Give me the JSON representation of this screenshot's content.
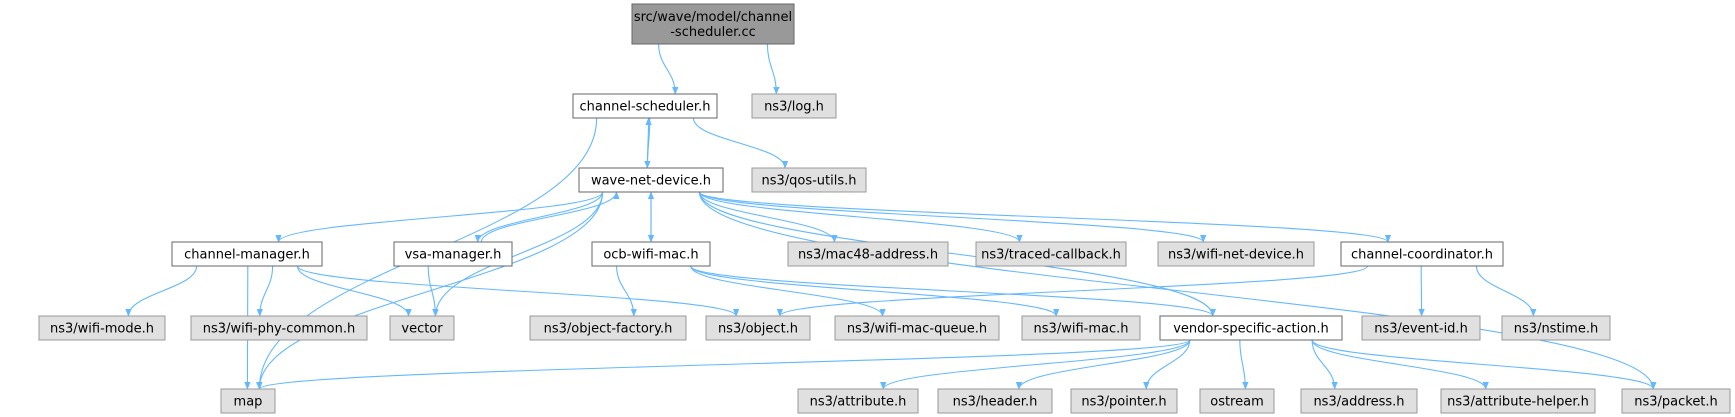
{
  "colors": {
    "root_fill": "#999999",
    "root_stroke": "#666666",
    "local_fill": "#ffffff",
    "local_stroke": "#666666",
    "external_fill": "#e0e0e0",
    "external_stroke": "#999999",
    "edge": "#63b8ff"
  },
  "nodes": [
    {
      "id": "root",
      "lines": [
        "src/wave/model/channel",
        "-scheduler.cc"
      ],
      "kind": "root"
    },
    {
      "id": "channel_scheduler",
      "lines": [
        "channel-scheduler.h"
      ],
      "kind": "local"
    },
    {
      "id": "log",
      "lines": [
        "ns3/log.h"
      ],
      "kind": "external"
    },
    {
      "id": "wave_net_device",
      "lines": [
        "wave-net-device.h"
      ],
      "kind": "local"
    },
    {
      "id": "qos_utils",
      "lines": [
        "ns3/qos-utils.h"
      ],
      "kind": "external"
    },
    {
      "id": "channel_manager",
      "lines": [
        "channel-manager.h"
      ],
      "kind": "local"
    },
    {
      "id": "vsa_manager",
      "lines": [
        "vsa-manager.h"
      ],
      "kind": "local"
    },
    {
      "id": "ocb_wifi_mac",
      "lines": [
        "ocb-wifi-mac.h"
      ],
      "kind": "local"
    },
    {
      "id": "mac48",
      "lines": [
        "ns3/mac48-address.h"
      ],
      "kind": "external"
    },
    {
      "id": "traced_cb",
      "lines": [
        "ns3/traced-callback.h"
      ],
      "kind": "external"
    },
    {
      "id": "wifi_net_device",
      "lines": [
        "ns3/wifi-net-device.h"
      ],
      "kind": "external"
    },
    {
      "id": "channel_coord",
      "lines": [
        "channel-coordinator.h"
      ],
      "kind": "local"
    },
    {
      "id": "wifi_mode",
      "lines": [
        "ns3/wifi-mode.h"
      ],
      "kind": "external"
    },
    {
      "id": "wifi_phy_common",
      "lines": [
        "ns3/wifi-phy-common.h"
      ],
      "kind": "external"
    },
    {
      "id": "vector",
      "lines": [
        "vector"
      ],
      "kind": "external"
    },
    {
      "id": "object_factory",
      "lines": [
        "ns3/object-factory.h"
      ],
      "kind": "external"
    },
    {
      "id": "object",
      "lines": [
        "ns3/object.h"
      ],
      "kind": "external"
    },
    {
      "id": "wifi_mac_queue",
      "lines": [
        "ns3/wifi-mac-queue.h"
      ],
      "kind": "external"
    },
    {
      "id": "wifi_mac",
      "lines": [
        "ns3/wifi-mac.h"
      ],
      "kind": "external"
    },
    {
      "id": "vendor_specific",
      "lines": [
        "vendor-specific-action.h"
      ],
      "kind": "local"
    },
    {
      "id": "event_id",
      "lines": [
        "ns3/event-id.h"
      ],
      "kind": "external"
    },
    {
      "id": "nstime",
      "lines": [
        "ns3/nstime.h"
      ],
      "kind": "external"
    },
    {
      "id": "map",
      "lines": [
        "map"
      ],
      "kind": "external"
    },
    {
      "id": "attribute",
      "lines": [
        "ns3/attribute.h"
      ],
      "kind": "external"
    },
    {
      "id": "header",
      "lines": [
        "ns3/header.h"
      ],
      "kind": "external"
    },
    {
      "id": "pointer",
      "lines": [
        "ns3/pointer.h"
      ],
      "kind": "external"
    },
    {
      "id": "ostream",
      "lines": [
        "ostream"
      ],
      "kind": "external"
    },
    {
      "id": "address",
      "lines": [
        "ns3/address.h"
      ],
      "kind": "external"
    },
    {
      "id": "attribute_helper",
      "lines": [
        "ns3/attribute-helper.h"
      ],
      "kind": "external"
    },
    {
      "id": "packet",
      "lines": [
        "ns3/packet.h"
      ],
      "kind": "external"
    }
  ],
  "edges": [
    {
      "from": "root",
      "to": "channel_scheduler"
    },
    {
      "from": "root",
      "to": "log"
    },
    {
      "from": "channel_scheduler",
      "to": "wave_net_device"
    },
    {
      "from": "channel_scheduler",
      "to": "qos_utils"
    },
    {
      "from": "channel_scheduler",
      "to": "map"
    },
    {
      "from": "wave_net_device",
      "to": "channel_scheduler"
    },
    {
      "from": "wave_net_device",
      "to": "channel_manager"
    },
    {
      "from": "wave_net_device",
      "to": "vsa_manager"
    },
    {
      "from": "wave_net_device",
      "to": "ocb_wifi_mac"
    },
    {
      "from": "wave_net_device",
      "to": "mac48"
    },
    {
      "from": "wave_net_device",
      "to": "traced_cb"
    },
    {
      "from": "wave_net_device",
      "to": "wifi_net_device"
    },
    {
      "from": "wave_net_device",
      "to": "channel_coord"
    },
    {
      "from": "wave_net_device",
      "to": "vector"
    },
    {
      "from": "wave_net_device",
      "to": "map"
    },
    {
      "from": "wave_net_device",
      "to": "packet"
    },
    {
      "from": "wave_net_device",
      "to": "vendor_specific"
    },
    {
      "from": "vsa_manager",
      "to": "wave_net_device"
    },
    {
      "from": "vsa_manager",
      "to": "vector"
    },
    {
      "from": "ocb_wifi_mac",
      "to": "wave_net_device"
    },
    {
      "from": "ocb_wifi_mac",
      "to": "object_factory"
    },
    {
      "from": "ocb_wifi_mac",
      "to": "wifi_mac_queue"
    },
    {
      "from": "ocb_wifi_mac",
      "to": "wifi_mac"
    },
    {
      "from": "ocb_wifi_mac",
      "to": "vendor_specific"
    },
    {
      "from": "channel_manager",
      "to": "wifi_mode"
    },
    {
      "from": "channel_manager",
      "to": "wifi_phy_common"
    },
    {
      "from": "channel_manager",
      "to": "vector"
    },
    {
      "from": "channel_manager",
      "to": "map"
    },
    {
      "from": "channel_manager",
      "to": "object"
    },
    {
      "from": "channel_coord",
      "to": "object"
    },
    {
      "from": "channel_coord",
      "to": "event_id"
    },
    {
      "from": "channel_coord",
      "to": "nstime"
    },
    {
      "from": "vendor_specific",
      "to": "map"
    },
    {
      "from": "vendor_specific",
      "to": "attribute"
    },
    {
      "from": "vendor_specific",
      "to": "header"
    },
    {
      "from": "vendor_specific",
      "to": "pointer"
    },
    {
      "from": "vendor_specific",
      "to": "ostream"
    },
    {
      "from": "vendor_specific",
      "to": "address"
    },
    {
      "from": "vendor_specific",
      "to": "attribute_helper"
    },
    {
      "from": "vendor_specific",
      "to": "packet"
    }
  ]
}
